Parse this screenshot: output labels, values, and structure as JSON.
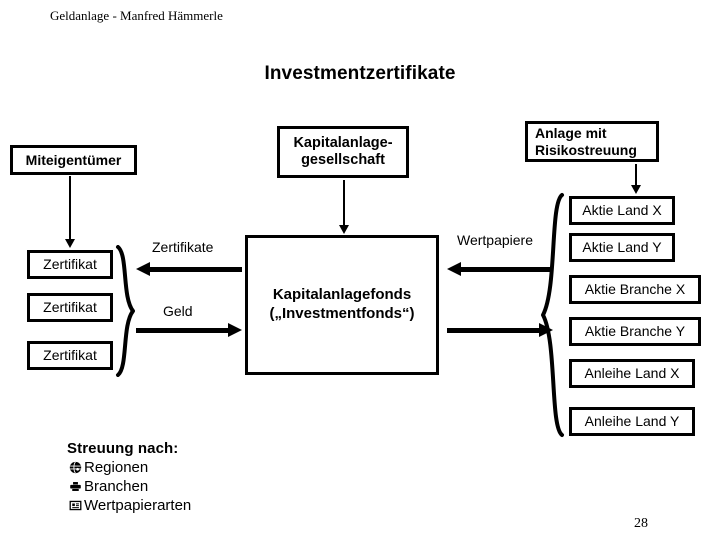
{
  "slide": {
    "header": "Geldanlage - Manfred Hämmerle",
    "title": "Investmentzertifikate",
    "page_number": "28"
  },
  "nodes": {
    "miteigentuemer": "Miteigentümer",
    "kapitalanlagegesellschaft_line1": "Kapitalanlage-",
    "kapitalanlagegesellschaft_line2": "gesellschaft",
    "anlage_line1": "Anlage mit",
    "anlage_line2": "Risikostreuung",
    "fonds_line1": "Kapitalanlagefonds",
    "fonds_line2": "(„Investmentfonds“)"
  },
  "certificates": [
    {
      "label": "Zertifikat"
    },
    {
      "label": "Zertifikat"
    },
    {
      "label": "Zertifikat"
    }
  ],
  "securities": [
    {
      "label": "Aktie Land X"
    },
    {
      "label": "Aktie Land Y"
    },
    {
      "label": "Aktie Branche X"
    },
    {
      "label": "Aktie Branche Y"
    },
    {
      "label": "Anleihe Land X"
    },
    {
      "label": "Anleihe Land Y"
    }
  ],
  "flows": {
    "zertifikate": "Zertifikate",
    "geld": "Geld",
    "wertpapiere": "Wertpapiere"
  },
  "legend": {
    "title": "Streuung nach:",
    "items": [
      {
        "glyph": "globe-icon",
        "label": "Regionen"
      },
      {
        "glyph": "factory-icon",
        "label": "Branchen"
      },
      {
        "glyph": "document-icon",
        "label": "Wertpapierarten"
      }
    ]
  },
  "colors": {
    "ink": "#000000",
    "background": "#ffffff"
  }
}
